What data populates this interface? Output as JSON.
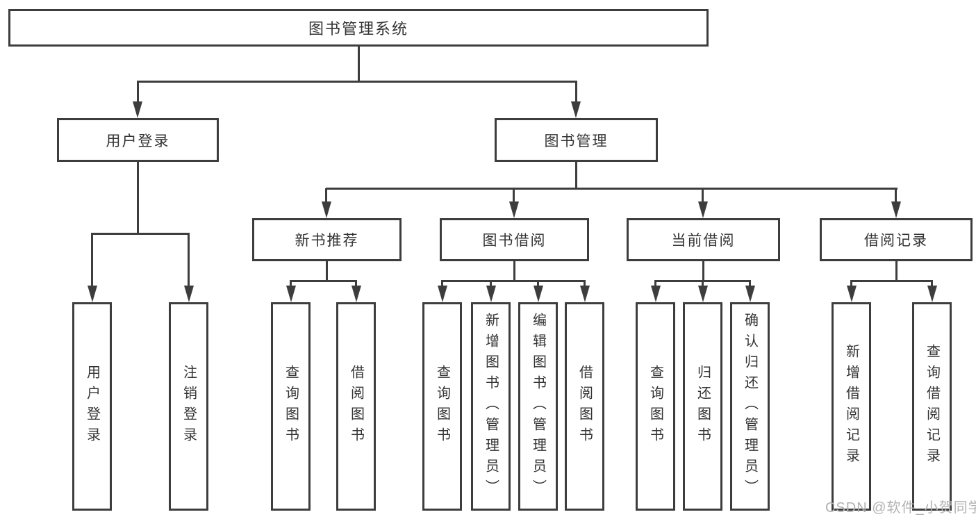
{
  "diagram": {
    "root": {
      "label": "图书管理系统"
    },
    "level2": [
      {
        "label": "用户登录"
      },
      {
        "label": "图书管理"
      }
    ],
    "level3": [
      {
        "label": "新书推荐",
        "parent": "图书管理"
      },
      {
        "label": "图书借阅",
        "parent": "图书管理"
      },
      {
        "label": "当前借阅",
        "parent": "图书管理"
      },
      {
        "label": "借阅记录",
        "parent": "图书管理"
      }
    ],
    "leaves": [
      {
        "label": "用户登录",
        "parent": "用户登录"
      },
      {
        "label": "注销登录",
        "parent": "用户登录"
      },
      {
        "label": "查询图书",
        "parent": "新书推荐"
      },
      {
        "label": "借阅图书",
        "parent": "新书推荐"
      },
      {
        "label": "查询图书",
        "parent": "图书借阅"
      },
      {
        "label": "新增图书（管理员）",
        "parent": "图书借阅"
      },
      {
        "label": "编辑图书（管理员）",
        "parent": "图书借阅"
      },
      {
        "label": "借阅图书",
        "parent": "图书借阅"
      },
      {
        "label": "查询图书",
        "parent": "当前借阅"
      },
      {
        "label": "归还图书",
        "parent": "当前借阅"
      },
      {
        "label": "确认归还（管理员）",
        "parent": "当前借阅"
      },
      {
        "label": "新增借阅记录",
        "parent": "借阅记录"
      },
      {
        "label": "查询借阅记录",
        "parent": "借阅记录"
      }
    ]
  },
  "watermark": {
    "text": "CSDN @软件_小贺同学",
    "color": "#b2b2b2"
  },
  "colors": {
    "line": "#3d3d3d",
    "text": "#333333",
    "background": "#ffffff"
  }
}
